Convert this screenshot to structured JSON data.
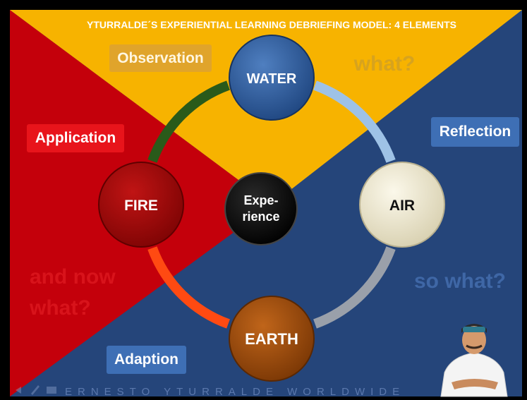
{
  "title": "YTURRALDE´S EXPERIENTIAL LEARNING DEBRIEFING MODEL: 4 ELEMENTS",
  "colors": {
    "yellow": "#F7B300",
    "red": "#C4000B",
    "blue": "#25457A",
    "water_node": "#2E5C9C",
    "fire_node": "#A20A0A",
    "air_node": "#EFE9D2",
    "earth_node": "#A34E0E",
    "center_node": "#000000"
  },
  "nodes": {
    "water": "WATER",
    "fire": "FIRE",
    "air": "AIR",
    "earth": "EARTH",
    "center_line1": "Expe-",
    "center_line2": "rience"
  },
  "labels": {
    "observation": "Observation",
    "application": "Application",
    "reflection": "Reflection",
    "adaption": "Adaption"
  },
  "questions": {
    "what": "what?",
    "so_what": "so what?",
    "and_now_line1": "and now",
    "and_now_line2": "what?"
  },
  "footer": "ERNESTO YTURRALDE WORLDWIDE"
}
